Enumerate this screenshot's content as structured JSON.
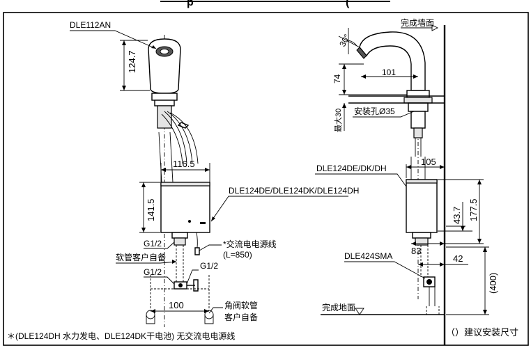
{
  "title_partial": "p",
  "title_partial_right": "(",
  "left": {
    "model_top": "DLE112AN",
    "dim_height": "124.7",
    "dim_box_width": "116.5",
    "dim_box_height": "141.5",
    "box_label": "DLE124DE/DLE124DK/DLE124DH",
    "thread_top": "G1/2",
    "hose_note": "软管客户自备",
    "thread_mid": "G1/2",
    "thread_right": "G1/2",
    "cable_note": "*交流电电源线",
    "cable_length": "(L=850)",
    "dim_spacing": "100",
    "angle_valve": "角阀软管",
    "customer_supply": "客户自备"
  },
  "right": {
    "wall_label": "完成墙面",
    "angle": "30°",
    "dim_74": "74",
    "dim_101": "101",
    "max_label": "最大30",
    "hole_label": "安装孔Ø35",
    "box_label": "DLE124DE/DK/DH",
    "dim_105": "105",
    "dim_43_7": "43.7",
    "dim_177_5": "177.5",
    "dim_83": "83",
    "valve_model": "DLE424SMA",
    "dim_42": "42",
    "dim_400": "(400)",
    "floor_label": "完成地面"
  },
  "footer": {
    "note": "＊(DLE124DH 水力发电、DLE124DK干电池) 无交流电电源线",
    "legend": "（）建议安装尺寸"
  }
}
